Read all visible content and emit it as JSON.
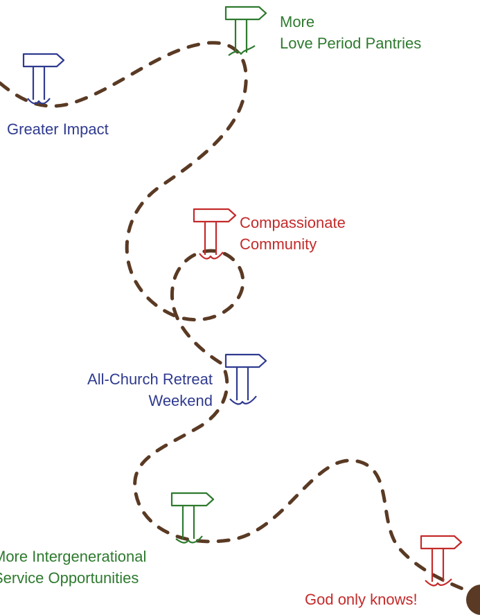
{
  "colors": {
    "path": "#5a3a24",
    "green": "#2d7a2e",
    "blue": "#2f3a8f",
    "red": "#c42a2a",
    "endpoint": "#5a3a24"
  },
  "milestones": [
    {
      "line1": "More",
      "line2": "Love Period Pantries",
      "color": "green",
      "icon": "signpost-icon"
    },
    {
      "line1": "Greater Impact",
      "color": "blue",
      "icon": "signpost-icon"
    },
    {
      "line1": "Compassionate",
      "line2": "Community",
      "color": "red",
      "icon": "signpost-icon"
    },
    {
      "line1": "All-Church Retreat",
      "line2": "Weekend",
      "color": "blue",
      "icon": "signpost-icon"
    },
    {
      "line1": "More Intergenerational",
      "line2": "Service Opportunities",
      "color": "green",
      "icon": "signpost-icon"
    },
    {
      "line1": "God only knows!",
      "color": "red",
      "icon": "signpost-icon"
    }
  ],
  "endpoint_icon": "end-dot-icon"
}
